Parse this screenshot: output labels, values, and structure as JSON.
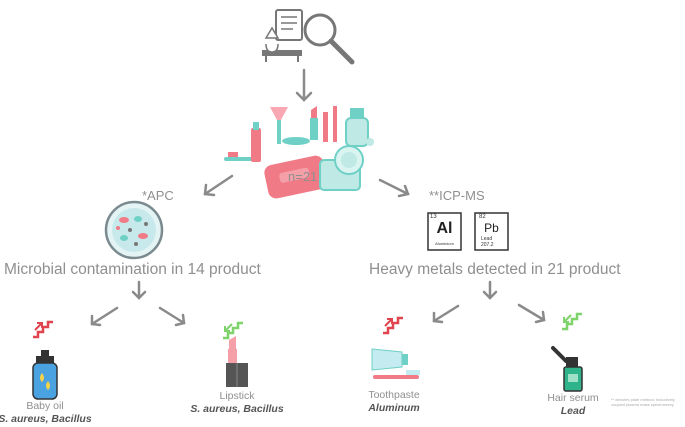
{
  "sample": {
    "n_label": "n=21"
  },
  "branches": {
    "left": {
      "method": "*APC",
      "summary": "Microbial contamination in 14 product"
    },
    "right": {
      "method": "**ICP-MS",
      "summary": "Heavy metals detected in 21 product"
    }
  },
  "elements": {
    "al": {
      "number": "13",
      "symbol": "Al",
      "name": "Aluminium"
    },
    "pb": {
      "number": "82",
      "symbol": "Pb",
      "name": "Lead",
      "mass": "207.2"
    }
  },
  "products": [
    {
      "name": "Baby oil",
      "finding": "S. aureus, Bacillus",
      "trend": "increase",
      "trend_color": "#e0454f"
    },
    {
      "name": "Lipstick",
      "finding": "S. aureus, Bacillus",
      "trend": "decrease",
      "trend_color": "#7ed36a"
    },
    {
      "name": "Toothpaste",
      "finding": "Aluminum",
      "trend": "increase",
      "trend_color": "#e0454f"
    },
    {
      "name": "Hair serum",
      "finding": "Lead",
      "trend": "decrease",
      "trend_color": "#7ed36a"
    }
  ],
  "footnote": "** denotes plate method; Inductively coupled plasma mass spectrometry",
  "colors": {
    "arrow": "#8a8a8a",
    "teal": "#6fd0c6",
    "pink": "#f07a86",
    "red": "#e0454f",
    "green": "#7ed36a"
  }
}
